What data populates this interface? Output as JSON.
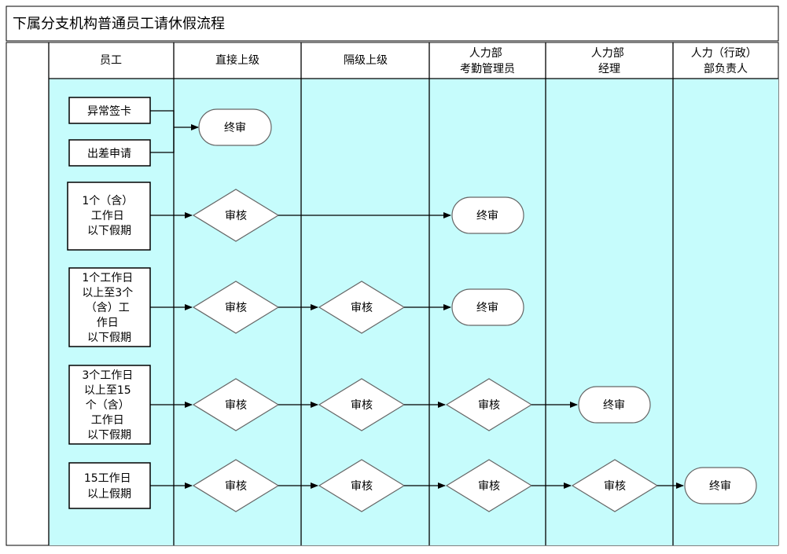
{
  "title": "下属分支机构普通员工请休假流程",
  "colors": {
    "lane_fill": "#c6fcfc",
    "border": "#000000"
  },
  "lanes": [
    {
      "lines": [
        "员工"
      ]
    },
    {
      "lines": [
        "直接上级"
      ]
    },
    {
      "lines": [
        "隔级上级"
      ]
    },
    {
      "lines": [
        "人力部",
        "考勤管理员"
      ]
    },
    {
      "lines": [
        "人力部",
        "经理"
      ]
    },
    {
      "lines": [
        "人力（行政）",
        "部负责人"
      ]
    }
  ],
  "employee_requests": [
    {
      "lines": [
        "异常签卡"
      ]
    },
    {
      "lines": [
        "出差申请"
      ]
    },
    {
      "lines": [
        "1个（含）",
        "工作日",
        "以下假期"
      ]
    },
    {
      "lines": [
        "1个工作日",
        "以上至3个",
        "（含）工",
        "作日",
        "以下假期"
      ]
    },
    {
      "lines": [
        "3个工作日",
        "以上至15",
        "个（含）",
        "工作日",
        "以下假期"
      ]
    },
    {
      "lines": [
        "15工作日",
        "以上假期"
      ]
    }
  ],
  "review_label": "审核",
  "final_label": "终审"
}
